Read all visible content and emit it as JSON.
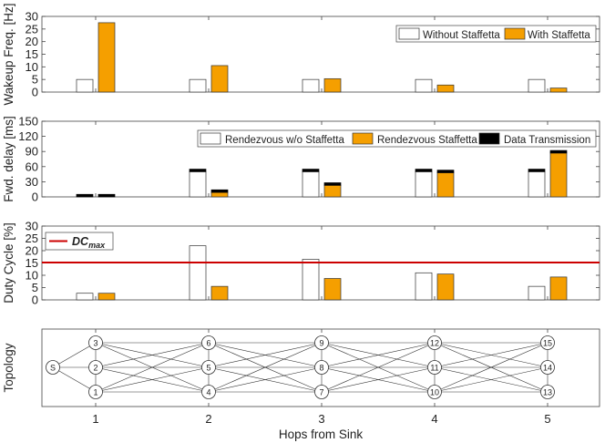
{
  "chart_data": [
    {
      "type": "bar",
      "ylabel": "Wakeup Freq. [Hz]",
      "ylim": [
        0,
        30
      ],
      "yticks": [
        "0",
        "5",
        "10",
        "15",
        "20",
        "25",
        "30"
      ],
      "categories": [
        "1",
        "2",
        "3",
        "4",
        "5"
      ],
      "legend_position": "top-right",
      "series": [
        {
          "name": "Without Staffetta",
          "color": "#ffffff",
          "values": [
            5,
            5,
            5,
            5,
            5
          ]
        },
        {
          "name": "With Staffetta",
          "color": "#f59f00",
          "values": [
            27.5,
            10.5,
            5.3,
            2.8,
            1.6
          ]
        }
      ]
    },
    {
      "type": "bar",
      "stacked": true,
      "ylabel": "Fwd. delay [ms]",
      "ylim": [
        0,
        150
      ],
      "yticks": [
        "0",
        "30",
        "60",
        "90",
        "120",
        "150"
      ],
      "categories": [
        "1",
        "2",
        "3",
        "4",
        "5"
      ],
      "legend_position": "top-right",
      "series": [
        {
          "name": "Rendezvous w/o Staffetta",
          "color": "#ffffff",
          "values": [
            0,
            50,
            50,
            50,
            50
          ]
        },
        {
          "name": "Rendezvous Staffetta",
          "color": "#f59f00",
          "values": [
            0,
            9,
            23,
            48,
            87
          ]
        },
        {
          "name": "Data Transmission",
          "color": "#000000",
          "values": [
            5,
            5,
            5,
            5,
            5
          ]
        }
      ]
    },
    {
      "type": "bar",
      "ylabel": "Duty Cycle [%]",
      "ylim": [
        0,
        30
      ],
      "yticks": [
        "0",
        "5",
        "10",
        "15",
        "20",
        "25",
        "30"
      ],
      "categories": [
        "1",
        "2",
        "3",
        "4",
        "5"
      ],
      "legend_position": "top-left",
      "reference_line": {
        "label_main": "DC",
        "label_sub": "max",
        "value": 15.2,
        "color": "#cc0000"
      },
      "series": [
        {
          "name": "",
          "color": "#ffffff",
          "values": [
            2.7,
            22,
            16.5,
            11,
            5.5
          ]
        },
        {
          "name": "",
          "color": "#f59f00",
          "values": [
            2.7,
            5.5,
            8.7,
            10.5,
            9.3
          ]
        }
      ]
    }
  ],
  "topology": {
    "ylabel": "Topology",
    "sink_label": "S",
    "columns": [
      {
        "top": "3",
        "mid": "2",
        "bot": "1"
      },
      {
        "top": "6",
        "mid": "5",
        "bot": "4"
      },
      {
        "top": "9",
        "mid": "8",
        "bot": "7"
      },
      {
        "top": "12",
        "mid": "11",
        "bot": "10"
      },
      {
        "top": "15",
        "mid": "14",
        "bot": "13"
      }
    ]
  },
  "xlabel": "Hops from Sink",
  "xticks": [
    "1",
    "2",
    "3",
    "4",
    "5"
  ]
}
